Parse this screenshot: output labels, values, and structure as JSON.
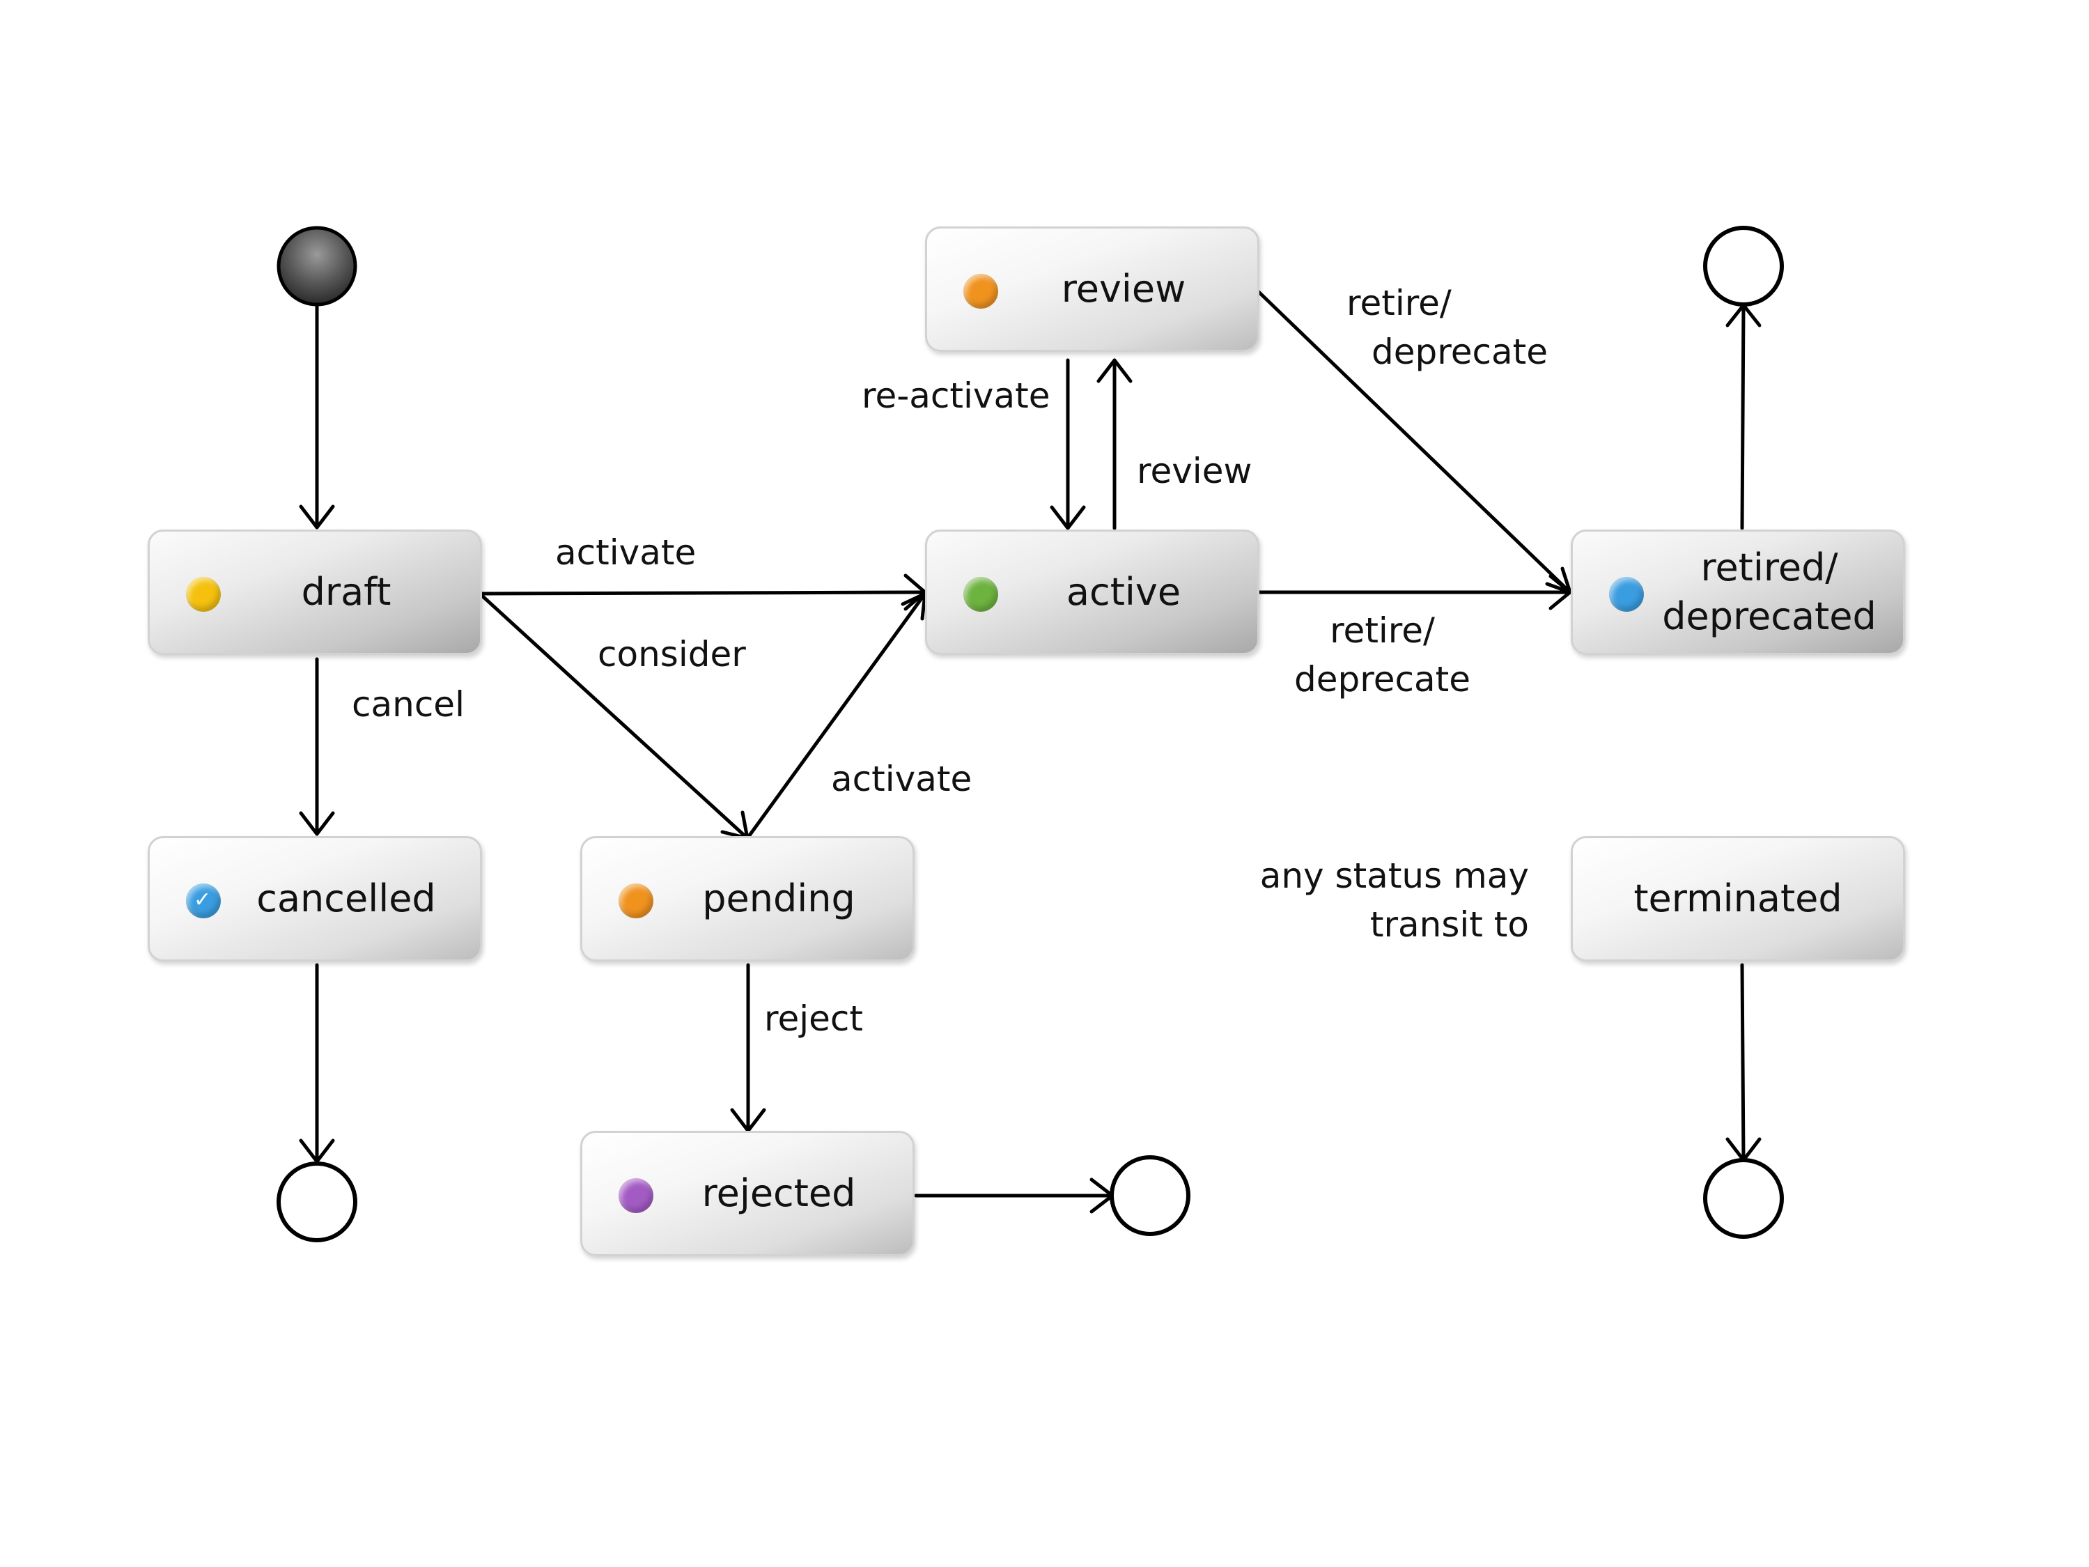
{
  "colors": {
    "dot_draft": "#f5c10e",
    "dot_review": "#f0921e",
    "dot_active": "#6db33f",
    "dot_retired": "#3a9de0",
    "dot_cancelled": "#3a9de0",
    "dot_pending": "#f0921e",
    "dot_rejected": "#a35bc4",
    "initial_node": "#555555"
  },
  "states": {
    "draft": {
      "label": "draft",
      "icon": "yellow-status-dot-icon"
    },
    "review": {
      "label": "review",
      "icon": "orange-status-dot-icon"
    },
    "active": {
      "label": "active",
      "icon": "green-status-dot-icon"
    },
    "retired": {
      "label": "retired/\ndeprecated",
      "icon": "blue-status-dot-icon"
    },
    "cancelled": {
      "label": "cancelled",
      "icon": "blue-check-icon"
    },
    "pending": {
      "label": "pending",
      "icon": "orange-status-dot-icon"
    },
    "rejected": {
      "label": "rejected",
      "icon": "purple-status-dot-icon"
    },
    "terminated": {
      "label": "terminated"
    }
  },
  "transitions": {
    "draft_to_active": "activate",
    "draft_to_pending": "consider",
    "draft_to_cancelled": "cancel",
    "pending_to_active": "activate",
    "pending_to_rejected": "reject",
    "review_to_active": "re-activate",
    "active_to_review": "review",
    "review_to_retired": "retire/\ndeprecate",
    "active_to_retired": "retire/\ndeprecate"
  },
  "note": "any status may\ntransit to"
}
